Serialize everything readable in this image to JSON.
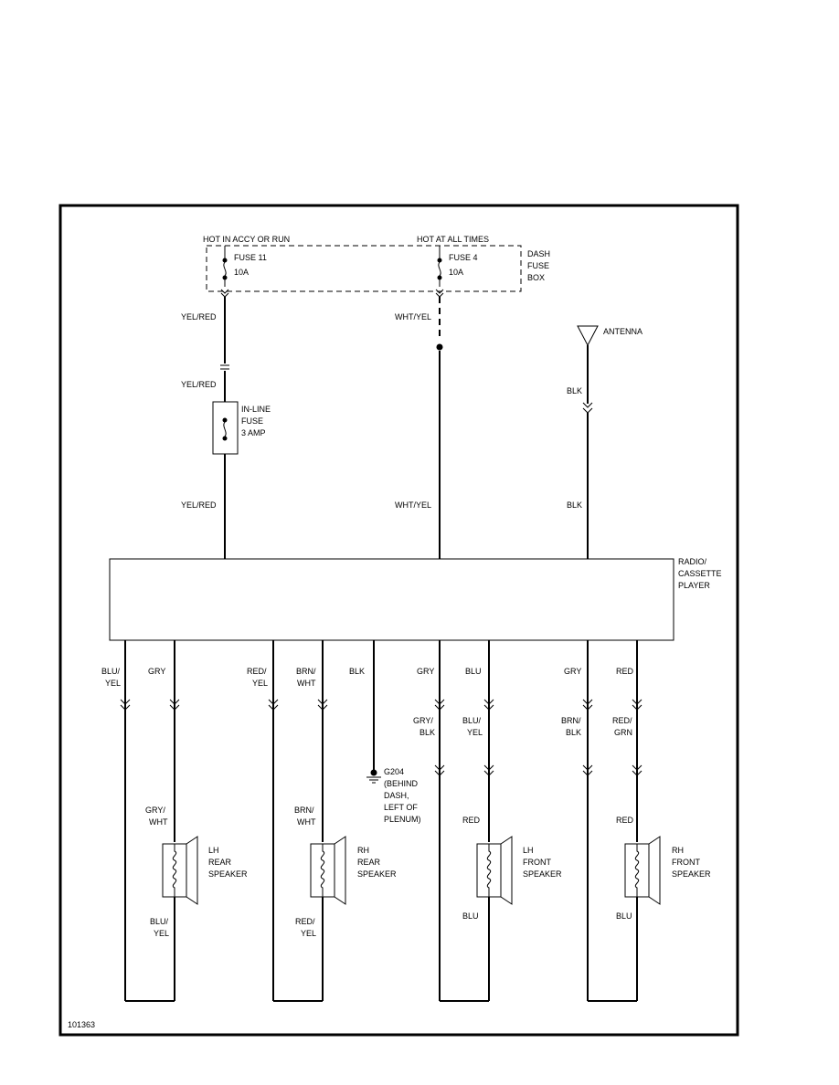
{
  "fuse_box": {
    "hot_accy_run": "HOT IN ACCY OR RUN",
    "hot_all_times": "HOT AT ALL TIMES",
    "fuse11": [
      "FUSE 11",
      "10A"
    ],
    "fuse4": [
      "FUSE 4",
      "10A"
    ],
    "label": [
      "DASH",
      "FUSE",
      "BOX"
    ]
  },
  "inline_fuse": [
    "IN-LINE",
    "FUSE",
    "3 AMP"
  ],
  "antenna": "ANTENNA",
  "radio": [
    "RADIO/",
    "CASSETTE",
    "PLAYER"
  ],
  "ground": [
    "G204",
    "(BEHIND",
    "DASH,",
    "LEFT OF",
    "PLENUM)"
  ],
  "figure_id": "101363",
  "wires": {
    "yel_red": "YEL/RED",
    "wht_yel": "WHT/YEL",
    "blk": "BLK",
    "gry": "GRY",
    "blu": "BLU",
    "red": "RED",
    "blu_yel": [
      "BLU/",
      "YEL"
    ],
    "red_yel": [
      "RED/",
      "YEL"
    ],
    "brn_wht": [
      "BRN/",
      "WHT"
    ],
    "gry_wht": [
      "GRY/",
      "WHT"
    ],
    "gry_blk": [
      "GRY/",
      "BLK"
    ],
    "brn_blk": [
      "BRN/",
      "BLK"
    ],
    "red_grn": [
      "RED/",
      "GRN"
    ]
  },
  "speakers": {
    "lh_rear": [
      "LH",
      "REAR",
      "SPEAKER"
    ],
    "rh_rear": [
      "RH",
      "REAR",
      "SPEAKER"
    ],
    "lh_front": [
      "LH",
      "FRONT",
      "SPEAKER"
    ],
    "rh_front": [
      "RH",
      "FRONT",
      "SPEAKER"
    ]
  }
}
